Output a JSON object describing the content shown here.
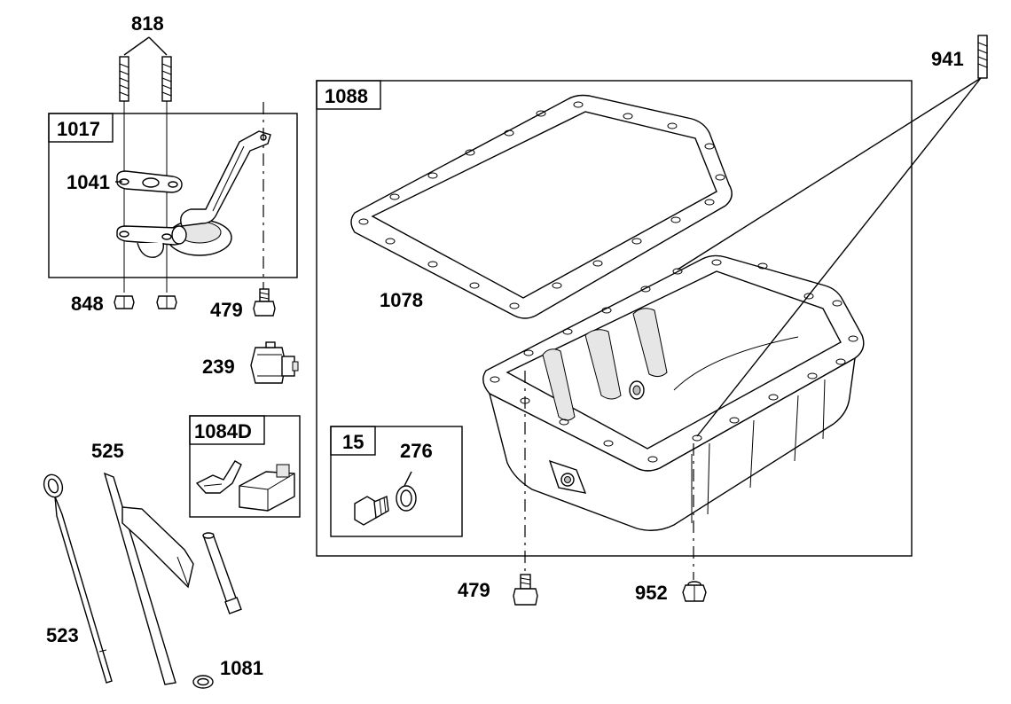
{
  "callouts": {
    "c818": "818",
    "c1017": "1017",
    "c1041": "1041",
    "c848": "848",
    "c479a": "479",
    "c239": "239",
    "c1084d": "1084D",
    "c525": "525",
    "c523": "523",
    "c1081": "1081",
    "c1088": "1088",
    "c1078": "1078",
    "c15": "15",
    "c276": "276",
    "c479b": "479",
    "c952": "952",
    "c941": "941"
  }
}
